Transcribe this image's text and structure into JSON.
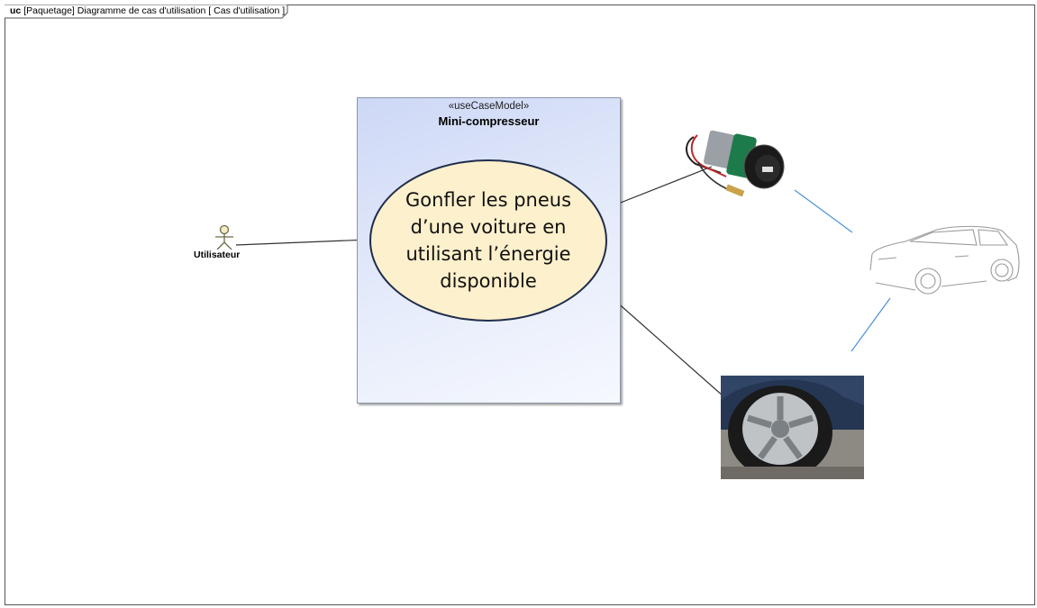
{
  "frame": {
    "keyword": "uc",
    "title": "[Paquetage] Diagramme de cas d'utilisation [ Cas d'utilisation ]"
  },
  "subject": {
    "stereotype": "«useCaseModel»",
    "name": "Mini-compresseur"
  },
  "use_case": {
    "label": "Gonfler les pneus d’une voiture en utilisant l’énergie disponible"
  },
  "actor": {
    "name": "Utilisateur"
  },
  "images": {
    "socket": "cigarette-lighter-socket",
    "car": "car-sketch",
    "tire": "flat-tire-photo"
  },
  "colors": {
    "subject_fill": "#dbe3f8",
    "use_case_fill": "#fdf0cc",
    "use_case_border": "#1f2d4d",
    "blue_link": "#4a90d9"
  }
}
